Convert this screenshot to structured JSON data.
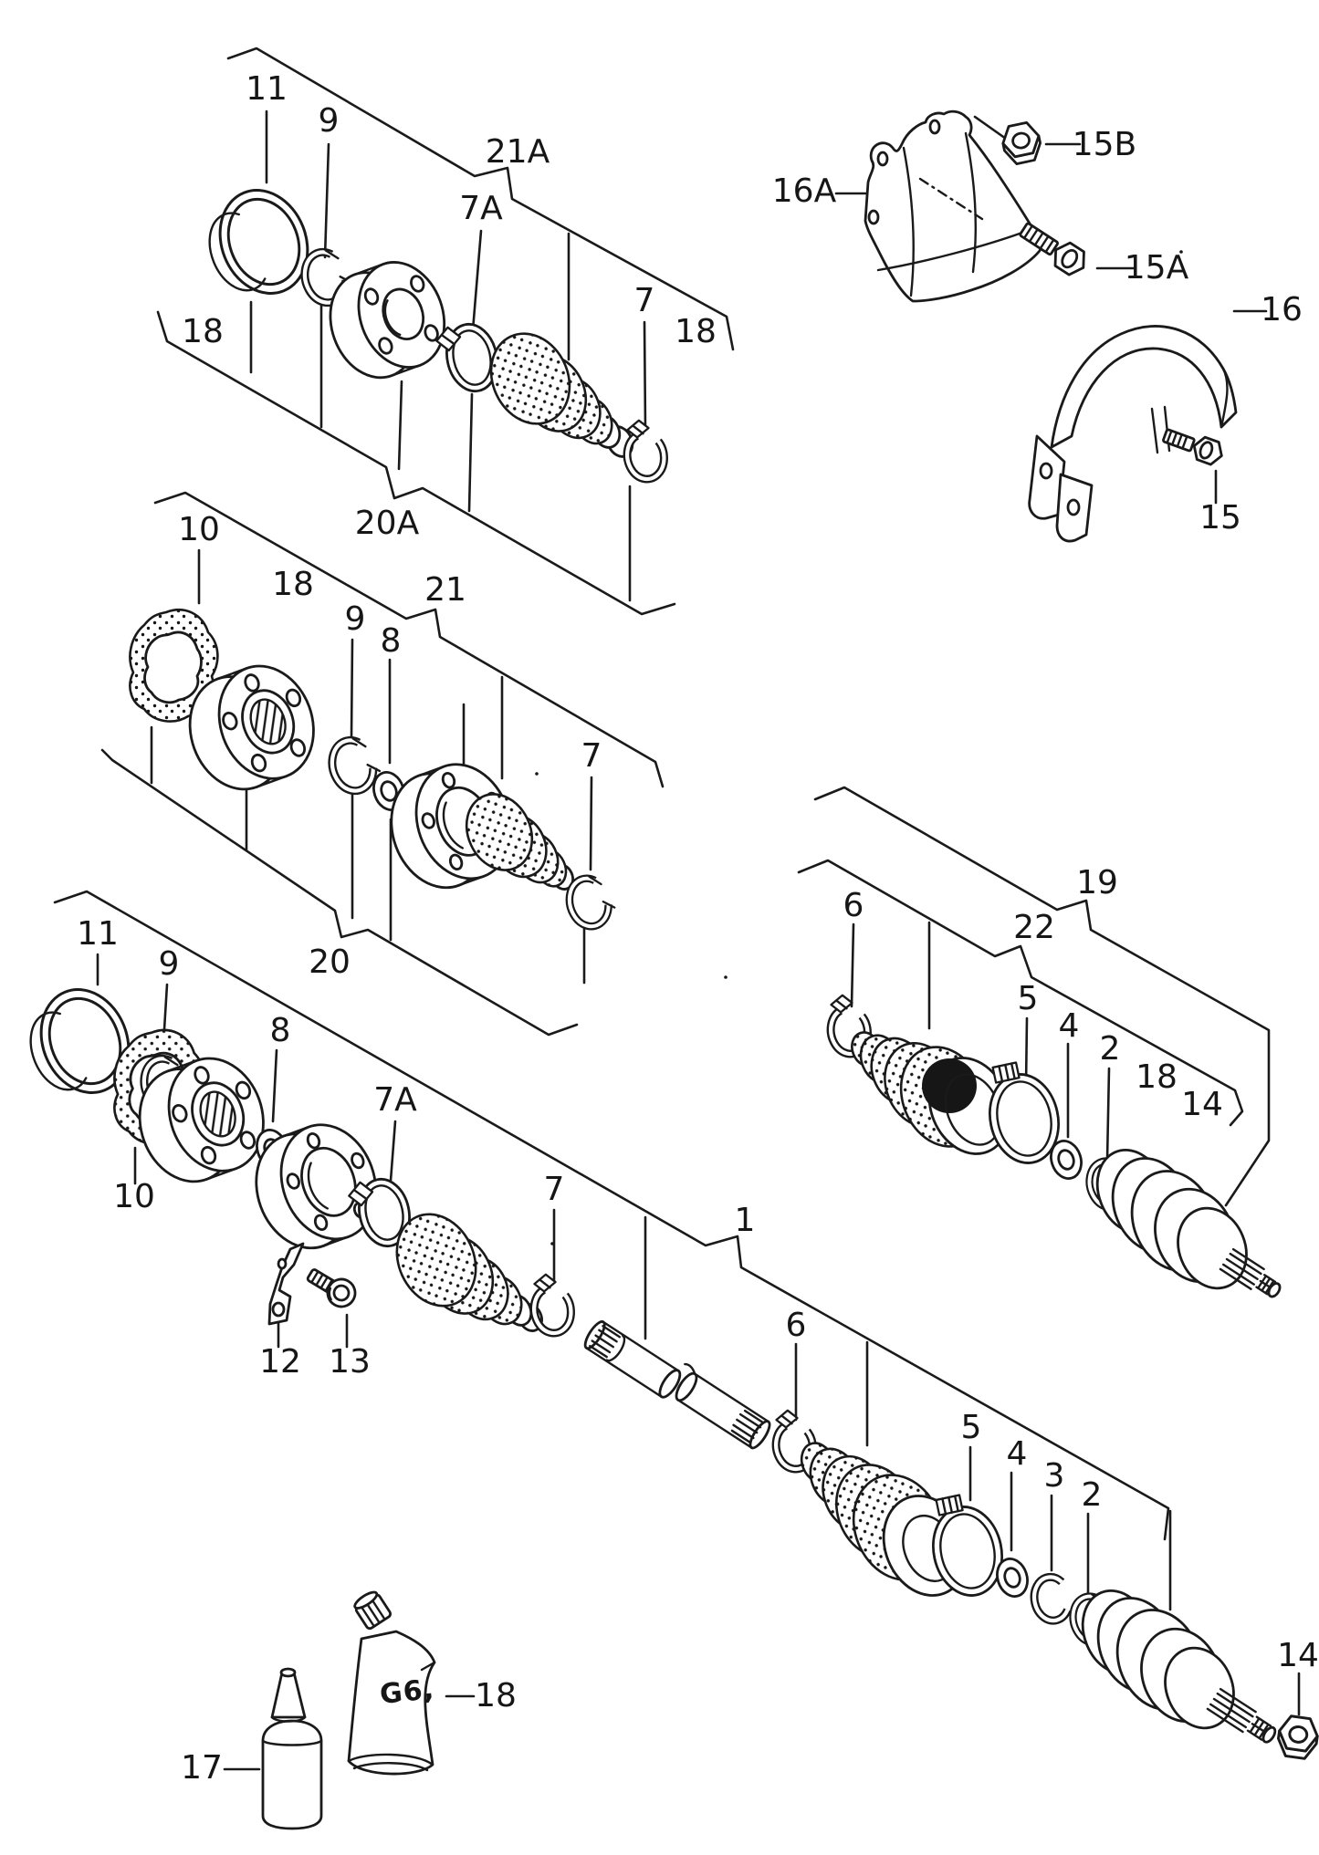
{
  "colors": {
    "background": "#ffffff",
    "ink": "#1a1a1a"
  },
  "diagram": {
    "type": "exploded-parts-diagram",
    "tube_marking": {
      "text": "G6,"
    }
  },
  "callouts": [
    {
      "id": "top-11",
      "text": "11"
    },
    {
      "id": "top-9",
      "text": "9"
    },
    {
      "id": "top-21A",
      "text": "21A"
    },
    {
      "id": "top-7A",
      "text": "7A"
    },
    {
      "id": "top-7",
      "text": "7"
    },
    {
      "id": "top-18-right",
      "text": "18"
    },
    {
      "id": "top-18-left",
      "text": "18"
    },
    {
      "id": "hw-16A",
      "text": "16A"
    },
    {
      "id": "hw-15B",
      "text": "15B"
    },
    {
      "id": "hw-15A",
      "text": "15A"
    },
    {
      "id": "hw-16",
      "text": "16"
    },
    {
      "id": "hw-15",
      "text": "15"
    },
    {
      "id": "mid-10",
      "text": "10"
    },
    {
      "id": "mid-18",
      "text": "18"
    },
    {
      "id": "mid-9",
      "text": "9"
    },
    {
      "id": "mid-8",
      "text": "8"
    },
    {
      "id": "mid-21",
      "text": "21"
    },
    {
      "id": "mid-20A",
      "text": "20A"
    },
    {
      "id": "mid-7",
      "text": "7"
    },
    {
      "id": "mid-20",
      "text": "20"
    },
    {
      "id": "low-11",
      "text": "11"
    },
    {
      "id": "low-9",
      "text": "9"
    },
    {
      "id": "low-8",
      "text": "8"
    },
    {
      "id": "low-10",
      "text": "10"
    },
    {
      "id": "low-7A",
      "text": "7A"
    },
    {
      "id": "low-7",
      "text": "7"
    },
    {
      "id": "low-12",
      "text": "12"
    },
    {
      "id": "low-13",
      "text": "13"
    },
    {
      "id": "axle-1",
      "text": "1"
    },
    {
      "id": "axle-6",
      "text": "6"
    },
    {
      "id": "right-6",
      "text": "6"
    },
    {
      "id": "right-22",
      "text": "22"
    },
    {
      "id": "right-19",
      "text": "19"
    },
    {
      "id": "right-5",
      "text": "5"
    },
    {
      "id": "right-4",
      "text": "4"
    },
    {
      "id": "right-2",
      "text": "2"
    },
    {
      "id": "right-18",
      "text": "18"
    },
    {
      "id": "right-14",
      "text": "14"
    },
    {
      "id": "bot-5",
      "text": "5"
    },
    {
      "id": "bot-4",
      "text": "4"
    },
    {
      "id": "bot-3",
      "text": "3"
    },
    {
      "id": "bot-2",
      "text": "2"
    },
    {
      "id": "bot-14",
      "text": "14"
    },
    {
      "id": "bot-17",
      "text": "17"
    },
    {
      "id": "bot-18",
      "text": "18"
    }
  ]
}
